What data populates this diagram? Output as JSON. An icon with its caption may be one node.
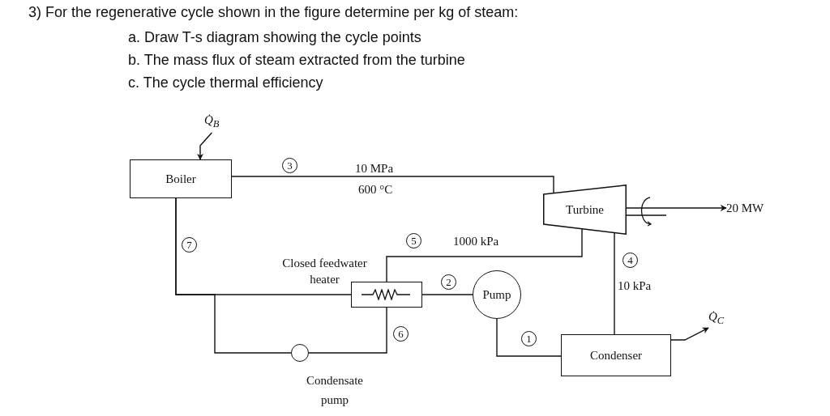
{
  "diagram": {
    "title": "3) For the regenerative cycle shown in the figure determine per kg of steam:",
    "nodes": [
      {
        "text": [
          "Boiler"
        ]
      },
      {
        "text": [
          "Turbine"
        ]
      },
      {
        "text": [
          "Condenser"
        ]
      },
      {
        "text": [
          "Pump"
        ]
      },
      {
        "text": [
          "Closed feedwater heater"
        ]
      },
      {
        "text": [
          "Condensate pump"
        ]
      },
      {
        "text": [
          "Q̇$_{B}$"
        ]
      },
      {
        "text": [
          "20 MW"
        ]
      },
      {
        "text": [
          "Q̇$_{C}$"
        ]
      }
    ],
    "edges": [
      {
        "from": 0,
        "to": 1,
        "arrow": "none"
      },
      {
        "from": 1,
        "to": 4,
        "arrow": "none"
      },
      {
        "from": 1,
        "to": 2,
        "arrow": "none"
      },
      {
        "from": 2,
        "to": 3,
        "arrow": "none"
      },
      {
        "from": 3,
        "to": 4,
        "arrow": "none"
      },
      {
        "from": 4,
        "to": 5,
        "arrow": "none"
      },
      {
        "from": 5,
        "to": 0,
        "arrow": "none"
      },
      {
        "from": 4,
        "to": 0,
        "arrow": "none"
      },
      {
        "from": 6,
        "to": 0,
        "arrow": "to"
      },
      {
        "from": 2,
        "to": 8,
        "arrow": "to"
      },
      {
        "from": 1,
        "to": 7,
        "arrow": "to"
      }
    ],
    "labels": [
      "a. Draw T-s diagram showing the cycle points",
      "b. The mass flux of steam extracted from the turbine",
      "c. The cycle thermal efficiency",
      "3",
      "10 MPa",
      "600 °C",
      "7",
      "5",
      "1000 kPa",
      "4",
      "2",
      "10 kPa",
      "6",
      "1"
    ]
  }
}
